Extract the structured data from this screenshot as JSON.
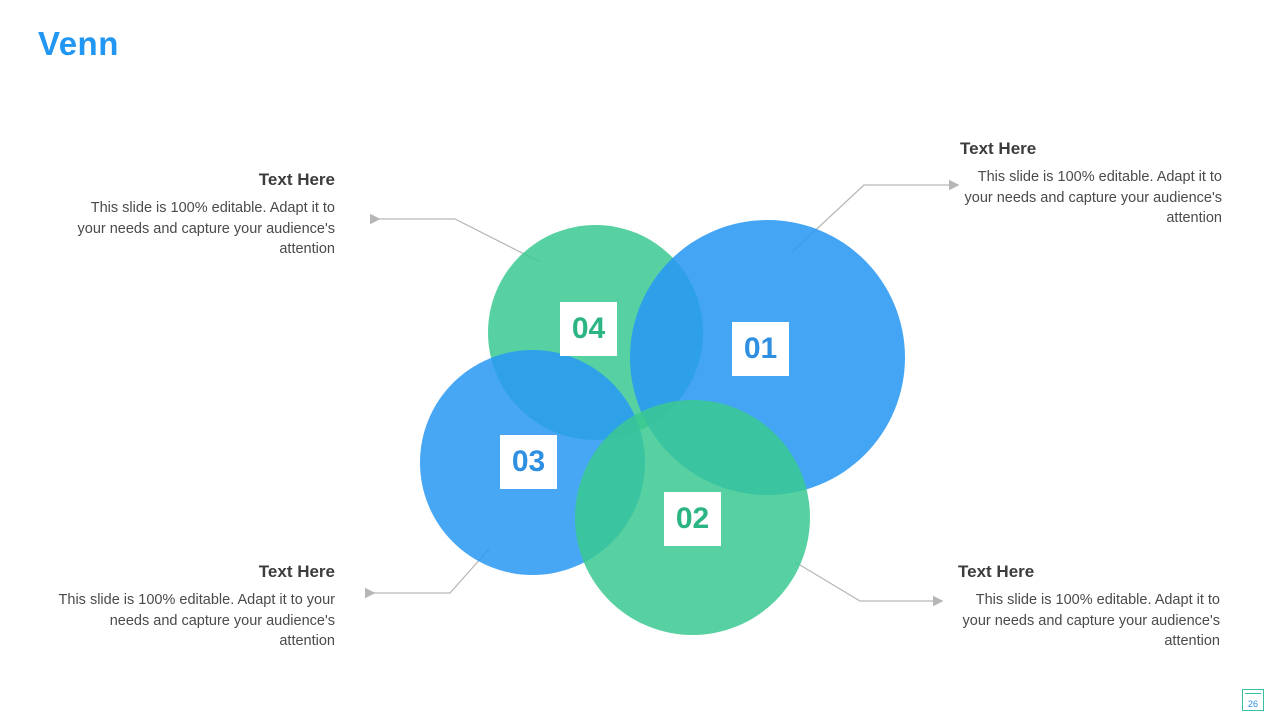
{
  "slide": {
    "title": "Venn",
    "page_number": "26"
  },
  "diagram": {
    "type": "venn",
    "circles": [
      {
        "id": "01",
        "label": "01",
        "color": "#2999f3",
        "position": "top-right"
      },
      {
        "id": "02",
        "label": "02",
        "color": "#39c990",
        "position": "bottom-right"
      },
      {
        "id": "03",
        "label": "03",
        "color": "#2999f3",
        "position": "bottom-left"
      },
      {
        "id": "04",
        "label": "04",
        "color": "#39c990",
        "position": "top-left"
      }
    ]
  },
  "callouts": [
    {
      "position": "top-left",
      "heading": "Text Here",
      "body": "This slide is 100% editable. Adapt it to your needs and capture your audience's attention"
    },
    {
      "position": "top-right",
      "heading": "Text Here",
      "body": "This slide is 100% editable. Adapt it to your needs and capture your audience's attention"
    },
    {
      "position": "bottom-left",
      "heading": "Text Here",
      "body": "This slide is 100% editable. Adapt it to your needs and capture your audience's attention"
    },
    {
      "position": "bottom-right",
      "heading": "Text Here",
      "body": "This slide is 100% editable. Adapt it to your needs and capture your audience's attention"
    }
  ],
  "colors": {
    "title": "#2196f3",
    "blue": "#2999f3",
    "green": "#39c990",
    "connector": "#b6b6b6",
    "text": "#4a4a4a",
    "heading": "#3c3c3c"
  }
}
